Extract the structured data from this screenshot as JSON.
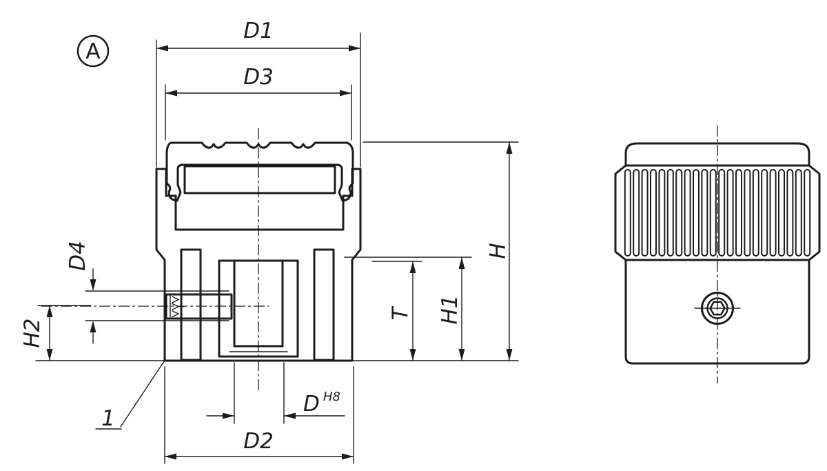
{
  "drawing": {
    "background": "#ffffff",
    "line_color": "#1c1c1c",
    "view_label": "A",
    "item_callout": "1",
    "dimensions": {
      "d1": "D1",
      "d3": "D3",
      "d4": "D4",
      "h2": "H2",
      "t": "T",
      "h1": "H1",
      "h": "H",
      "d2": "D2",
      "d": "D",
      "d_tolerance": "H8"
    }
  }
}
